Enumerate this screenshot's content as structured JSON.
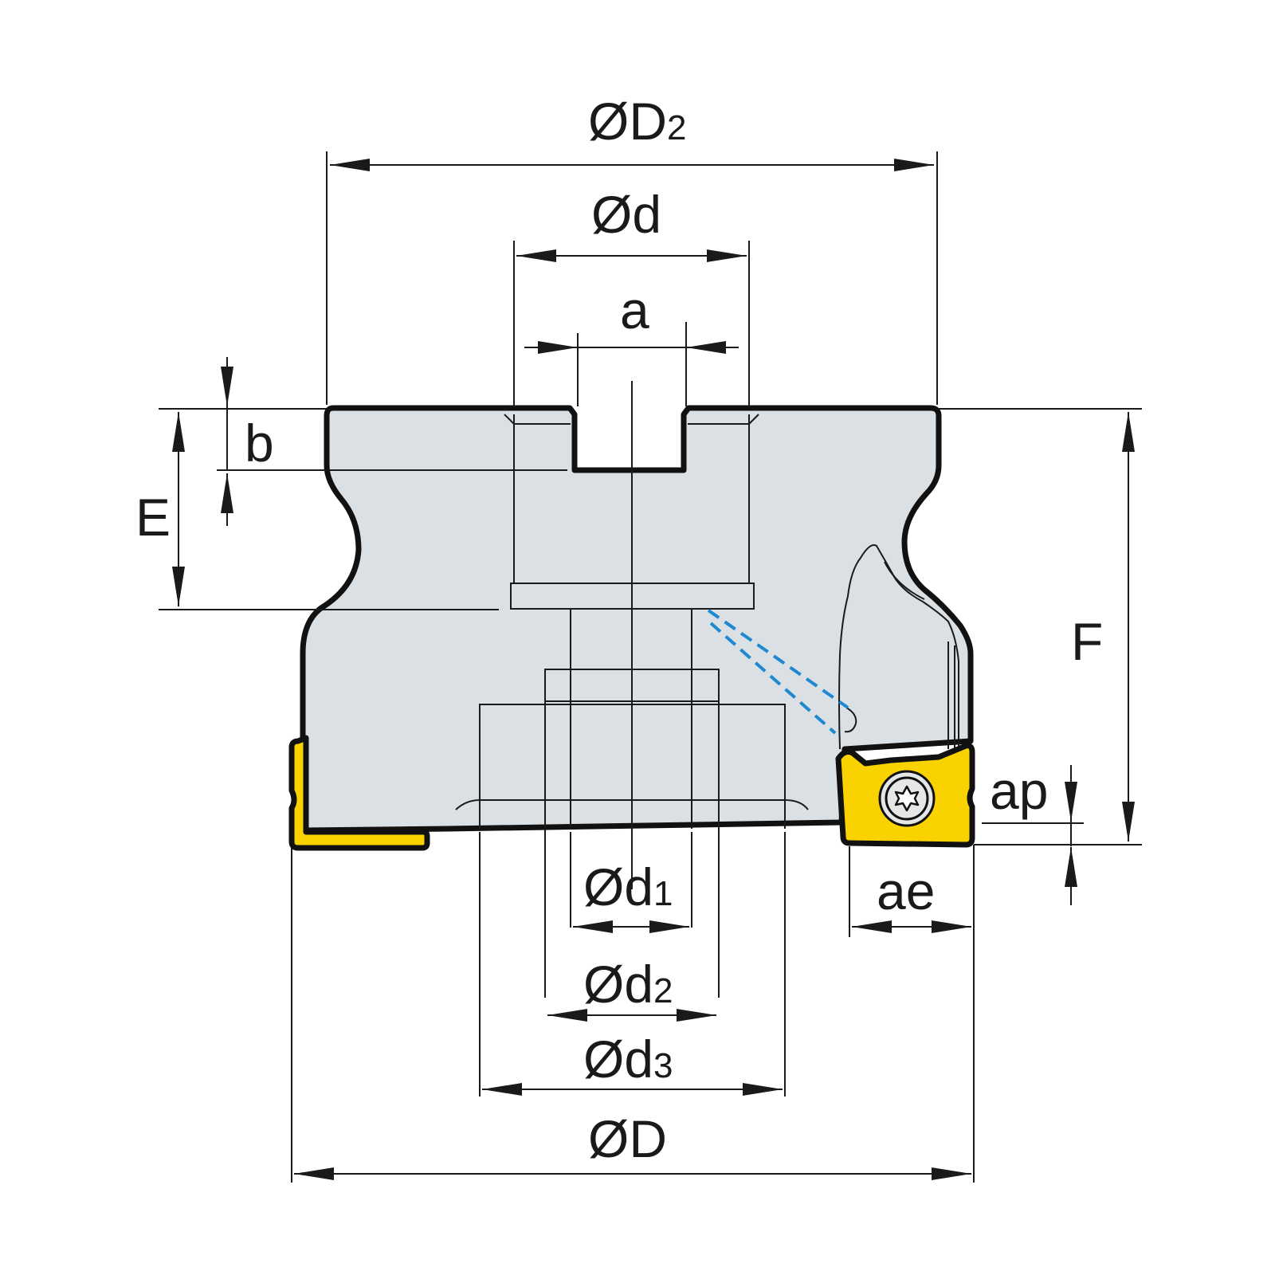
{
  "colors": {
    "body_fill": "#dbe0e5",
    "insert_fill": "#fad200",
    "outline": "#111111",
    "coolant": "#1e88d0",
    "line": "#1a1a1a"
  },
  "labels": {
    "D2": {
      "main": "ØD",
      "sub": "2"
    },
    "d": {
      "main": "Ød"
    },
    "a": {
      "main": "a"
    },
    "b": {
      "main": "b"
    },
    "E": {
      "main": "E"
    },
    "F": {
      "main": "F"
    },
    "ap": {
      "main": "ap"
    },
    "ae": {
      "main": "ae"
    },
    "d1": {
      "main": "Ød",
      "sub": "1"
    },
    "d2": {
      "main": "Ød",
      "sub": "2"
    },
    "d3": {
      "main": "Ød",
      "sub": "3"
    },
    "D": {
      "main": "ØD"
    }
  },
  "icons": {
    "screw": "torx-screw-icon",
    "insert": "cutting-insert-icon"
  }
}
